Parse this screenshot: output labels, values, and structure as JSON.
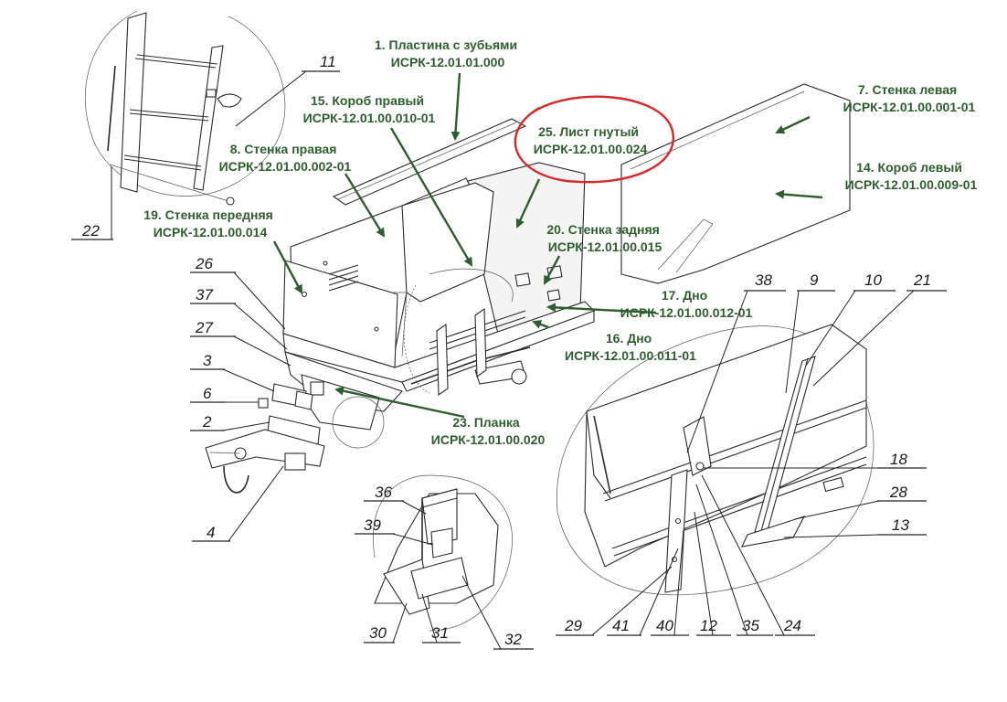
{
  "callouts": [
    {
      "id": "c1",
      "line1": "1. Пластина с зубьями",
      "line2": "ИСРК-12.01.01.000"
    },
    {
      "id": "c15",
      "line1": "15. Короб правый",
      "line2": "ИСРК-12.01.00.010-01"
    },
    {
      "id": "c25",
      "line1": "25. Лист гнутый",
      "line2": "ИСРК-12.01.00.024"
    },
    {
      "id": "c7",
      "line1": "7. Стенка левая",
      "line2": "ИСРК-12.01.00.001-01"
    },
    {
      "id": "c8",
      "line1": "8. Стенка правая",
      "line2": "ИСРК-12.01.00.002-01"
    },
    {
      "id": "c14",
      "line1": "14. Короб левый",
      "line2": "ИСРК-12.01.00.009-01"
    },
    {
      "id": "c19",
      "line1": "19. Стенка передняя",
      "line2": "ИСРК-12.01.00.014"
    },
    {
      "id": "c20",
      "line1": "20. Стенка задняя",
      "line2": "ИСРК-12.01.00.015"
    },
    {
      "id": "c17",
      "line1": "17. Дно",
      "line2": "ИСРК-12.01.00.012-01"
    },
    {
      "id": "c16",
      "line1": "16. Дно",
      "line2": "ИСРК-12.01.00.011-01"
    },
    {
      "id": "c23",
      "line1": "23. Планка",
      "line2": "ИСРК-12.01.00.020"
    }
  ],
  "position_numbers": {
    "n11": "11",
    "n22": "22",
    "n26": "26",
    "n37": "37",
    "n27": "27",
    "n3": "3",
    "n6": "6",
    "n2": "2",
    "n4": "4",
    "n36": "36",
    "n39": "39",
    "n30": "30",
    "n31": "31",
    "n32": "32",
    "n38": "38",
    "n9": "9",
    "n10": "10",
    "n21": "21",
    "n18": "18",
    "n28": "28",
    "n13": "13",
    "n29": "29",
    "n41": "41",
    "n40": "40",
    "n12": "12",
    "n35": "35",
    "n24": "24"
  },
  "colors": {
    "label_green": "#2e5e2e",
    "highlight_red": "#d42a2a",
    "line": "#2a2a2a"
  }
}
